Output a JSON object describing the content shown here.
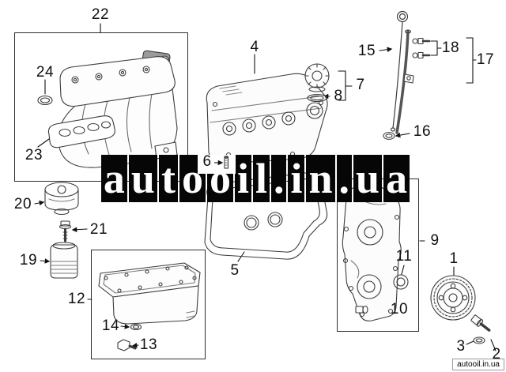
{
  "watermark": {
    "text": "autooil.in.ua"
  },
  "footer": {
    "text": "autooil.in.ua"
  },
  "colors": {
    "background": "#ffffff",
    "line_art": "#3c3c3c",
    "frame": "#2e2e2e",
    "watermark_bg": "#000000",
    "watermark_text": "#ffffff"
  },
  "callouts": {
    "crankshaft_pulley": "1",
    "pulley_bolt": "2",
    "pulley_washer": "3",
    "cylinder_head_cover": "4",
    "head_cover_gasket": "5",
    "stud": "6",
    "oil_filler_cap": "7",
    "filler_cap_gasket": "8",
    "timing_chain_cover": "9",
    "timing_cover_bolt": "10",
    "crankshaft_seal": "11",
    "oil_pan": "12",
    "drain_plug": "13",
    "drain_plug_washer": "14",
    "oil_dipstick": "15",
    "dipstick_oring": "16",
    "dipstick_tube": "17",
    "tube_bolts": "18",
    "oil_filter": "19",
    "oil_cooler": "20",
    "cooler_bolt": "21",
    "intake_manifold": "22",
    "manifold_gasket": "23",
    "manifold_seal": "24"
  }
}
